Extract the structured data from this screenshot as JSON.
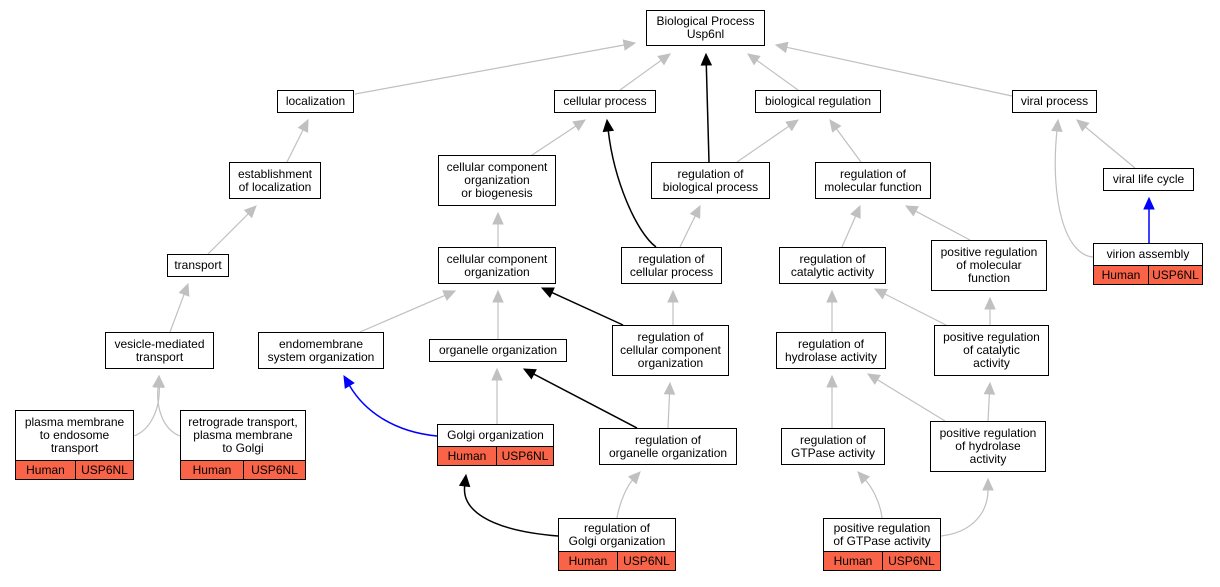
{
  "colors": {
    "grey_edge": "#c0c0c0",
    "black_edge": "#000000",
    "blue_edge": "#0000ff",
    "annotation_fill": "#f96448"
  },
  "nodes": {
    "bp_root": {
      "label": "Biological Process\nUsp6nl"
    },
    "localization": {
      "label": "localization"
    },
    "cellular_process": {
      "label": "cellular process"
    },
    "biological_regulation": {
      "label": "biological regulation"
    },
    "viral_process": {
      "label": "viral process"
    },
    "establishment_of_localization": {
      "label": "establishment\nof localization"
    },
    "ccob": {
      "label": "cellular component\norganization\nor biogenesis"
    },
    "regulation_of_biological_process": {
      "label": "regulation of\nbiological process"
    },
    "regulation_of_molecular_function": {
      "label": "regulation of\nmolecular function"
    },
    "viral_life_cycle": {
      "label": "viral life cycle"
    },
    "transport": {
      "label": "transport"
    },
    "cellular_component_organization": {
      "label": "cellular component\norganization"
    },
    "regulation_of_cellular_process": {
      "label": "regulation of\ncellular process"
    },
    "regulation_of_catalytic_activity": {
      "label": "regulation of\ncatalytic activity"
    },
    "positive_regulation_of_molecular_function": {
      "label": "positive regulation\nof molecular\nfunction"
    },
    "virion_assembly": {
      "label": "virion assembly",
      "tags": [
        "Human",
        "USP6NL"
      ]
    },
    "vesicle_mediated_transport": {
      "label": "vesicle-mediated\ntransport"
    },
    "endomembrane_system_organization": {
      "label": "endomembrane\nsystem organization"
    },
    "organelle_organization": {
      "label": "organelle organization"
    },
    "regulation_of_cellular_component_organization": {
      "label": "regulation of\ncellular component\norganization"
    },
    "regulation_of_hydrolase_activity": {
      "label": "regulation of\nhydrolase activity"
    },
    "positive_regulation_of_catalytic_activity": {
      "label": "positive regulation\nof catalytic\nactivity"
    },
    "plasma_membrane_to_endosome_transport": {
      "label": "plasma membrane\nto endosome\ntransport",
      "tags": [
        "Human",
        "USP6NL"
      ]
    },
    "retrograde_transport": {
      "label": "retrograde transport,\nplasma membrane\nto Golgi",
      "tags": [
        "Human",
        "USP6NL"
      ]
    },
    "golgi_organization": {
      "label": "Golgi organization",
      "tags": [
        "Human",
        "USP6NL"
      ]
    },
    "regulation_of_organelle_organization": {
      "label": "regulation of\norganelle organization"
    },
    "regulation_of_gtpase_activity": {
      "label": "regulation of\nGTPase activity"
    },
    "positive_regulation_of_hydrolase_activity": {
      "label": "positive regulation\nof hydrolase\nactivity"
    },
    "regulation_of_golgi_organization": {
      "label": "regulation of\nGolgi organization",
      "tags": [
        "Human",
        "USP6NL"
      ]
    },
    "positive_regulation_of_gtpase_activity": {
      "label": "positive regulation\nof GTPase activity",
      "tags": [
        "Human",
        "USP6NL"
      ]
    }
  },
  "edges": [
    {
      "from": "localization",
      "to": "bp_root",
      "color": "grey"
    },
    {
      "from": "cellular_process",
      "to": "bp_root",
      "color": "grey"
    },
    {
      "from": "regulation_of_biological_process",
      "to": "bp_root",
      "color": "black"
    },
    {
      "from": "biological_regulation",
      "to": "bp_root",
      "color": "grey"
    },
    {
      "from": "viral_process",
      "to": "bp_root",
      "color": "grey"
    },
    {
      "from": "establishment_of_localization",
      "to": "localization",
      "color": "grey"
    },
    {
      "from": "ccob",
      "to": "cellular_process",
      "color": "grey"
    },
    {
      "from": "regulation_of_cellular_process",
      "to": "cellular_process",
      "color": "black"
    },
    {
      "from": "regulation_of_biological_process",
      "to": "biological_regulation",
      "color": "grey"
    },
    {
      "from": "regulation_of_molecular_function",
      "to": "biological_regulation",
      "color": "grey"
    },
    {
      "from": "viral_life_cycle",
      "to": "viral_process",
      "color": "grey"
    },
    {
      "from": "virion_assembly",
      "to": "viral_process",
      "color": "grey"
    },
    {
      "from": "transport",
      "to": "establishment_of_localization",
      "color": "grey"
    },
    {
      "from": "cellular_component_organization",
      "to": "ccob",
      "color": "grey"
    },
    {
      "from": "regulation_of_cellular_process",
      "to": "regulation_of_biological_process",
      "color": "grey"
    },
    {
      "from": "regulation_of_catalytic_activity",
      "to": "regulation_of_molecular_function",
      "color": "grey"
    },
    {
      "from": "positive_regulation_of_molecular_function",
      "to": "regulation_of_molecular_function",
      "color": "grey"
    },
    {
      "from": "virion_assembly",
      "to": "viral_life_cycle",
      "color": "blue"
    },
    {
      "from": "vesicle_mediated_transport",
      "to": "transport",
      "color": "grey"
    },
    {
      "from": "endomembrane_system_organization",
      "to": "cellular_component_organization",
      "color": "grey"
    },
    {
      "from": "organelle_organization",
      "to": "cellular_component_organization",
      "color": "grey"
    },
    {
      "from": "regulation_of_cellular_component_organization",
      "to": "cellular_component_organization",
      "color": "black"
    },
    {
      "from": "regulation_of_cellular_component_organization",
      "to": "regulation_of_cellular_process",
      "color": "grey"
    },
    {
      "from": "regulation_of_hydrolase_activity",
      "to": "regulation_of_catalytic_activity",
      "color": "grey"
    },
    {
      "from": "positive_regulation_of_catalytic_activity",
      "to": "regulation_of_catalytic_activity",
      "color": "grey"
    },
    {
      "from": "positive_regulation_of_catalytic_activity",
      "to": "positive_regulation_of_molecular_function",
      "color": "grey"
    },
    {
      "from": "plasma_membrane_to_endosome_transport",
      "to": "vesicle_mediated_transport",
      "color": "grey"
    },
    {
      "from": "retrograde_transport",
      "to": "vesicle_mediated_transport",
      "color": "grey"
    },
    {
      "from": "golgi_organization",
      "to": "endomembrane_system_organization",
      "color": "blue"
    },
    {
      "from": "golgi_organization",
      "to": "organelle_organization",
      "color": "grey"
    },
    {
      "from": "regulation_of_organelle_organization",
      "to": "organelle_organization",
      "color": "black"
    },
    {
      "from": "regulation_of_organelle_organization",
      "to": "regulation_of_cellular_component_organization",
      "color": "grey"
    },
    {
      "from": "regulation_of_gtpase_activity",
      "to": "regulation_of_hydrolase_activity",
      "color": "grey"
    },
    {
      "from": "positive_regulation_of_hydrolase_activity",
      "to": "regulation_of_hydrolase_activity",
      "color": "grey"
    },
    {
      "from": "positive_regulation_of_hydrolase_activity",
      "to": "positive_regulation_of_catalytic_activity",
      "color": "grey"
    },
    {
      "from": "regulation_of_golgi_organization",
      "to": "golgi_organization",
      "color": "black"
    },
    {
      "from": "regulation_of_golgi_organization",
      "to": "regulation_of_organelle_organization",
      "color": "grey"
    },
    {
      "from": "positive_regulation_of_gtpase_activity",
      "to": "regulation_of_gtpase_activity",
      "color": "grey"
    },
    {
      "from": "positive_regulation_of_gtpase_activity",
      "to": "positive_regulation_of_hydrolase_activity",
      "color": "grey"
    }
  ]
}
